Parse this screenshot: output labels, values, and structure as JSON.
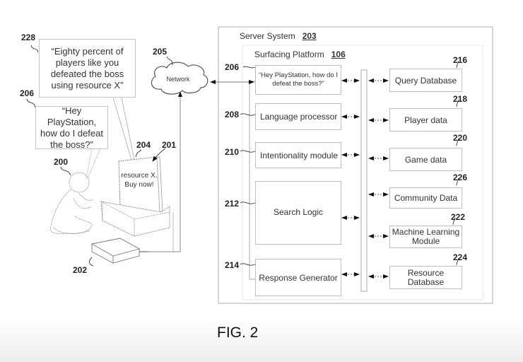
{
  "figure": {
    "caption": "FIG. 2"
  },
  "server_system": {
    "label": "Server System",
    "ref": "203"
  },
  "surfacing_platform": {
    "label": "Surfacing Platform",
    "ref": "106"
  },
  "left_modules": [
    {
      "ref": "206",
      "label": "“Hey PlayStation, how do I defeat the boss?”"
    },
    {
      "ref": "208",
      "label": "Language processor"
    },
    {
      "ref": "210",
      "label": "Intentionality module"
    },
    {
      "ref": "212",
      "label": "Search Logic"
    },
    {
      "ref": "214",
      "label": "Response Generator"
    }
  ],
  "right_modules": [
    {
      "ref": "216",
      "label": "Query Database"
    },
    {
      "ref": "218",
      "label": "Player data"
    },
    {
      "ref": "220",
      "label": "Game data"
    },
    {
      "ref": "226",
      "label": "Community Data"
    },
    {
      "ref": "222",
      "label": "Machine Learning Module"
    },
    {
      "ref": "224",
      "label": "Resource Database"
    }
  ],
  "network": {
    "label": "Network",
    "ref": "205"
  },
  "speech_bubbles": {
    "response": {
      "ref": "228",
      "text": "“Eighty percent of players like you defeated the boss using resource X”"
    },
    "query": {
      "ref": "206",
      "text": "“Hey PlayStation, how do I defeat the boss?”"
    }
  },
  "scene": {
    "user_ref": "200",
    "console_ref": "202",
    "display_ref": "204",
    "ad_ref": "201",
    "display_text": "resource X. Buy now!"
  }
}
